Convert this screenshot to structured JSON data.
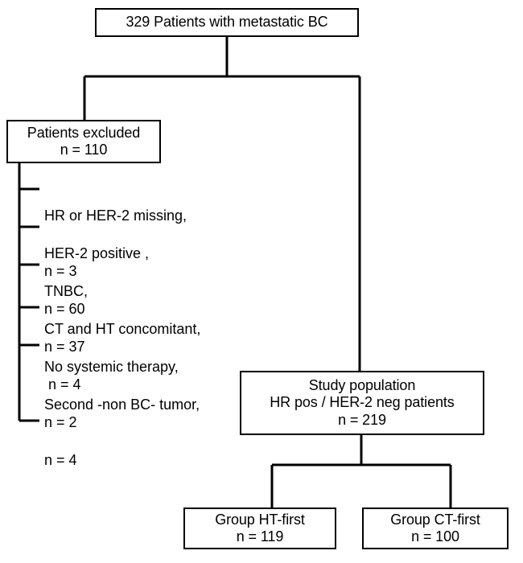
{
  "diagram": {
    "type": "consort-flow-diagram",
    "background_color": "#ffffff",
    "line_color": "#000000",
    "nodes": {
      "total": {
        "lines": [
          "329 Patients with metastatic BC"
        ]
      },
      "excluded": {
        "lines": [
          "Patients excluded",
          "n = 110"
        ]
      },
      "study_population": {
        "lines": [
          "Study population",
          "HR pos / HER-2 neg patients",
          "n = 219"
        ]
      },
      "group_ht_first": {
        "lines": [
          "Group HT-first",
          "n = 119"
        ]
      },
      "group_ct_first": {
        "lines": [
          "Group CT-first",
          "n = 100"
        ]
      }
    },
    "exclusion_reasons": [
      {
        "reason": "HR or HER-2 missing,",
        "count": "n = 3"
      },
      {
        "reason": "HER-2 positive ,",
        "count": "n = 60"
      },
      {
        "reason": "TNBC,",
        "count": "n = 37"
      },
      {
        "reason": "CT and HT concomitant,",
        "count": " n = 4"
      },
      {
        "reason": "No systemic therapy,",
        "count": "n = 2"
      },
      {
        "reason": "Second -non BC- tumor,",
        "count": "n = 4"
      }
    ]
  }
}
